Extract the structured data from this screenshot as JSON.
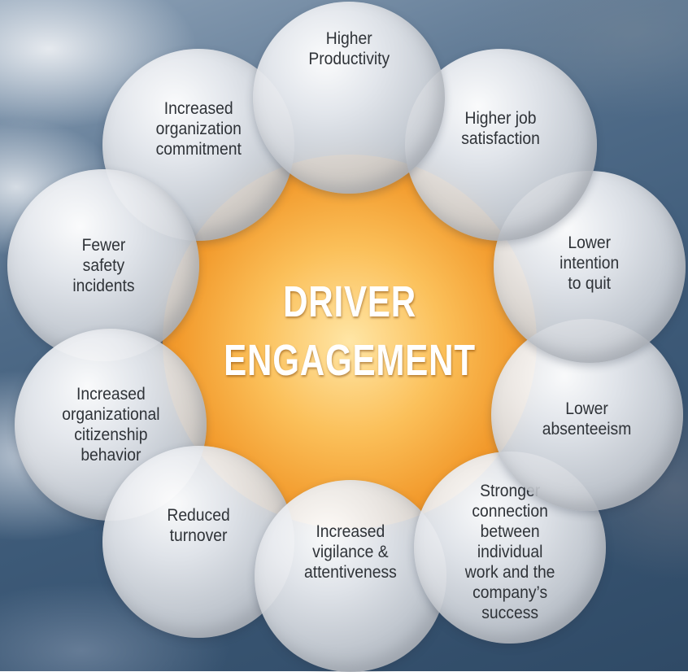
{
  "center": {
    "line1": "DRIVER",
    "line2": "ENGAGEMENT"
  },
  "outcomes": [
    "Higher\nProductivity",
    "Higher job\nsatisfaction",
    "Lower\nintention\nto quit",
    "Lower\nabsenteeism",
    "Stronger\nconnection\nbetween\nindividual\nwork and the\ncompany’s\nsuccess",
    "Increased\nvigilance &\nattentiveness",
    "Reduced\nturnover",
    "Increased\norganizational\ncitizenship\nbehavior",
    "Fewer\nsafety\nincidents",
    "Increased\norganization\ncommitment"
  ],
  "colors": {
    "center_core": "#ffe6a6",
    "center_edge": "#e07f1e",
    "bubble": "#e4e6ea",
    "text": "#2f3338",
    "sky": "#3d5a78"
  }
}
